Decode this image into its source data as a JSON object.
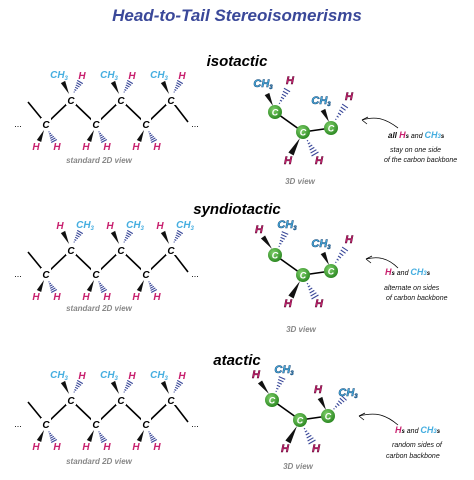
{
  "title": "Head-to-Tail Stereoisomerisms",
  "sections": [
    {
      "name": "isotactic",
      "caption_2d": "standard 2D view",
      "caption_3d": "3D view",
      "note_line1_pre": "all ",
      "note_line1_h": "H",
      "note_line1_s": "s",
      "note_line1_mid": " and ",
      "note_line1_ch": "CH",
      "note_line1_3": "3",
      "note_line1_end": "s",
      "note_line2": "stay on one side",
      "note_line3": "of the carbon backbone"
    },
    {
      "name": "syndiotactic",
      "caption_2d": "standard 2D view",
      "caption_3d": "3D view",
      "note_line1_h": "H",
      "note_line1_s": "s",
      "note_line1_mid": " and ",
      "note_line1_ch": "CH",
      "note_line1_3": "3",
      "note_line1_end": "s",
      "note_line2": "alternate on sides",
      "note_line3": "of carbon backbone"
    },
    {
      "name": "atactic",
      "caption_2d": "standard 2D view",
      "caption_3d": "3D view",
      "note_line1_h": "H",
      "note_line1_s": "s",
      "note_line1_mid": " and ",
      "note_line1_ch": "CH",
      "note_line1_3": "3",
      "note_line1_end": "s",
      "note_line2": "random sides of",
      "note_line3": "carbon backbone"
    }
  ],
  "atoms": {
    "carbon": "C",
    "hydrogen": "H",
    "methyl": "CH",
    "methyl_sub": "3",
    "ellipsis": "..."
  },
  "colors": {
    "title": "#3a4899",
    "hydrogen": "#c8206e",
    "methyl": "#46aee0",
    "carbon_ball": "#3fa535",
    "caption": "#888888"
  }
}
